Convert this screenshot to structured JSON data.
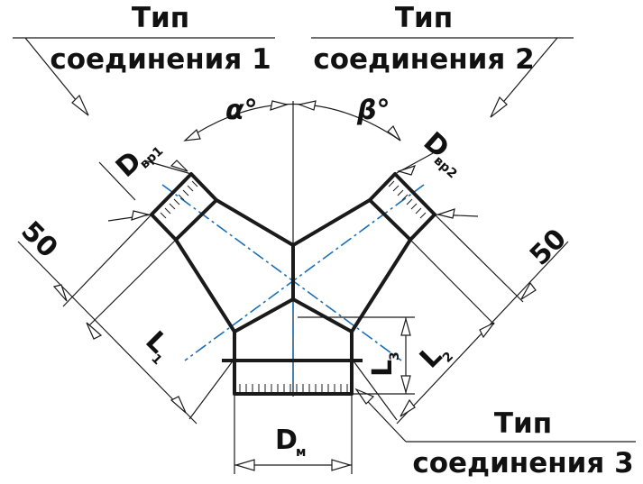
{
  "labels": {
    "joint1_line1": "Тип",
    "joint1_line2": "соединения 1",
    "joint2_line1": "Тип",
    "joint2_line2": "соединения 2",
    "joint3_line1": "Тип",
    "joint3_line2": "соединения 3",
    "angle_alpha": "α°",
    "angle_beta": "β°",
    "d_in1_main": "D",
    "d_in1_sub": "вр1",
    "d_in2_main": "D",
    "d_in2_sub": "вр2",
    "d_main_main": "D",
    "d_main_sub": "м",
    "len_left": "50",
    "len_right": "50",
    "l1_main": "L",
    "l1_sub": "1",
    "l2_main": "L",
    "l2_sub": "2",
    "l3_main": "L",
    "l3_sub": "3"
  }
}
